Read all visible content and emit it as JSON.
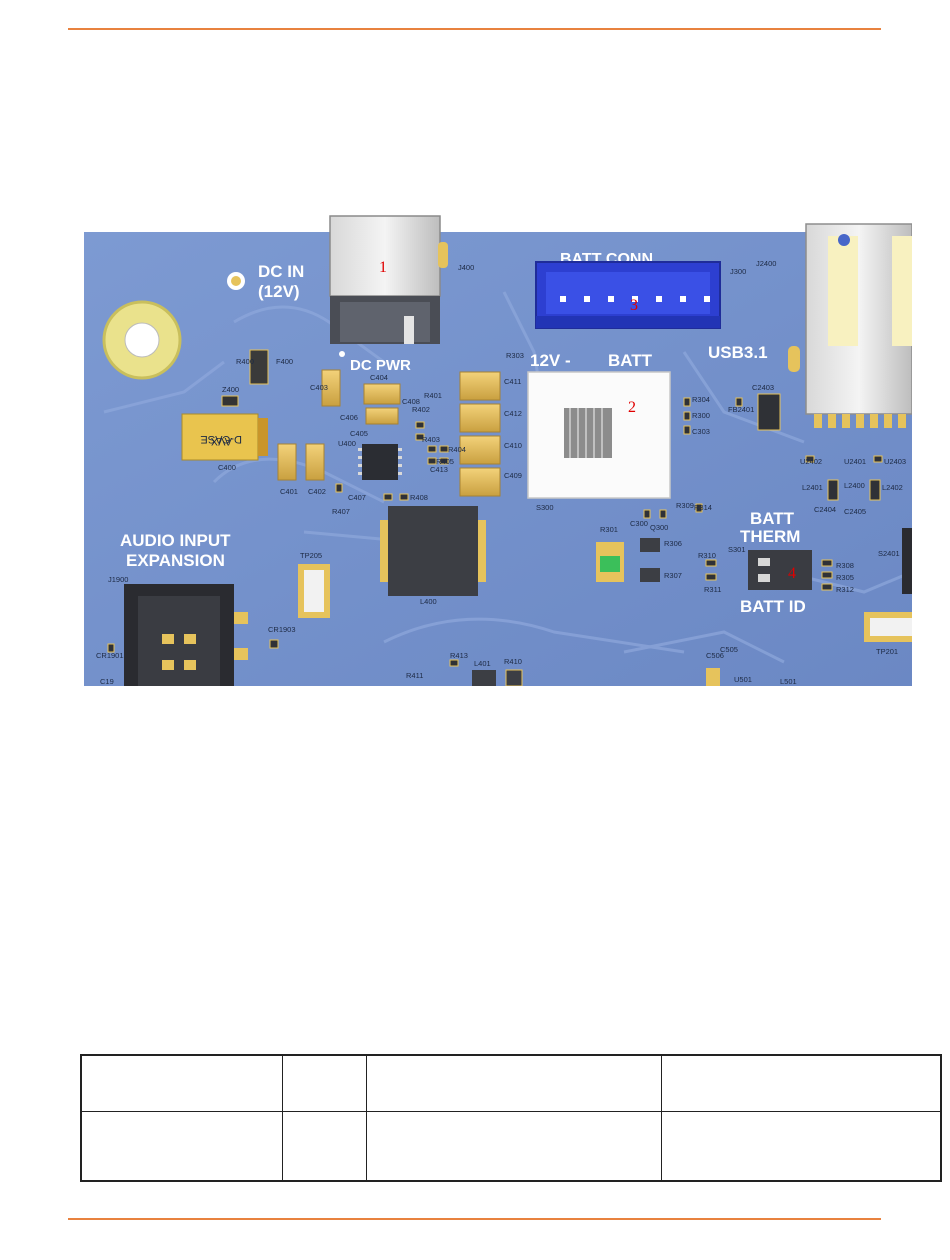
{
  "figure": {
    "labels": {
      "dc_in": "DC IN",
      "dc_in_voltage": "(12V)",
      "dc_pwr": "DC PWR",
      "batt_conn": "BATT CONN",
      "batt_12v": "12V -",
      "batt": "BATT",
      "usb": "USB3.1",
      "batt_therm_1": "BATT",
      "batt_therm_2": "THERM",
      "batt_id": "BATT ID",
      "audio_1": "AUDIO INPUT",
      "audio_2": "EXPANSION"
    },
    "parts": {
      "dcase_1": "D-CASE",
      "dcase_2": "AVX"
    },
    "callouts": [
      "1",
      "2",
      "3",
      "4"
    ],
    "refdes": {
      "j400": "J400",
      "j300": "J300",
      "j2400": "J2400",
      "r400": "R400",
      "f400": "F400",
      "z400": "Z400",
      "c403": "C403",
      "c404": "C404",
      "c406": "C406",
      "c405": "C405",
      "c408": "C408",
      "r401": "R401",
      "r402": "R402",
      "u400": "U400",
      "r403": "R403",
      "r404": "R404",
      "r405": "R405",
      "c413": "C413",
      "c400": "C400",
      "c401": "C401",
      "c402": "C402",
      "c407": "C407",
      "r408": "R408",
      "r407": "R407",
      "r303": "R303",
      "c411": "C411",
      "c412": "C412",
      "c410": "C410",
      "c409": "C409",
      "s300": "S300",
      "r304": "R304",
      "r300": "R300",
      "c303": "C303",
      "fb2401": "FB2401",
      "c2403": "C2403",
      "u2402": "U2402",
      "u2401": "U2401",
      "u2403": "U2403",
      "l2401": "L2401",
      "l2400": "L2400",
      "l2402": "L2402",
      "c2404": "C2404",
      "c2405": "C2405",
      "c300": "C300",
      "q300": "Q300",
      "r309": "R309",
      "r314": "R314",
      "r301": "R301",
      "r306": "R306",
      "r307": "R307",
      "r310": "R310",
      "s301": "S301",
      "r311": "R311",
      "r308": "R308",
      "r305": "R305",
      "r312": "R312",
      "s2401": "S2401",
      "tp201": "TP201",
      "tp205": "TP205",
      "l400": "L400",
      "j1900": "J1900",
      "cr1903": "CR1903",
      "cr1901": "CR1901",
      "c19": "C19",
      "r413": "R413",
      "r411": "R411",
      "l401": "L401",
      "r410": "R410",
      "c506": "C506",
      "c505": "C505",
      "u501": "U501",
      "l501": "L501"
    }
  },
  "table": {
    "rows": [
      [
        "",
        "",
        "",
        ""
      ],
      [
        "",
        "",
        "",
        ""
      ]
    ]
  }
}
